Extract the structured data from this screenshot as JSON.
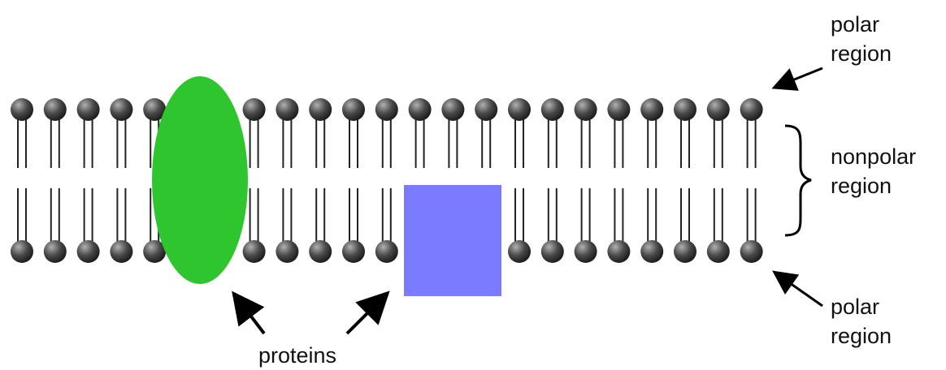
{
  "labels": {
    "top_polar": [
      "polar",
      "region"
    ],
    "nonpolar": [
      "nonpolar",
      "region"
    ],
    "bottom_polar": [
      "polar",
      "region"
    ],
    "proteins": "proteins"
  },
  "lipid_count_per_leaflet": 23,
  "colors": {
    "head_dark": "#3a3a3a",
    "head_light": "#b0b0b0",
    "tail": "#222222",
    "protein_ellipse": "#2ec52e",
    "protein_square": "#7b7bff",
    "arrow": "#000000",
    "text": "#111111"
  },
  "icons": {
    "arrow": "arrow-icon",
    "brace": "curly-brace-icon"
  }
}
